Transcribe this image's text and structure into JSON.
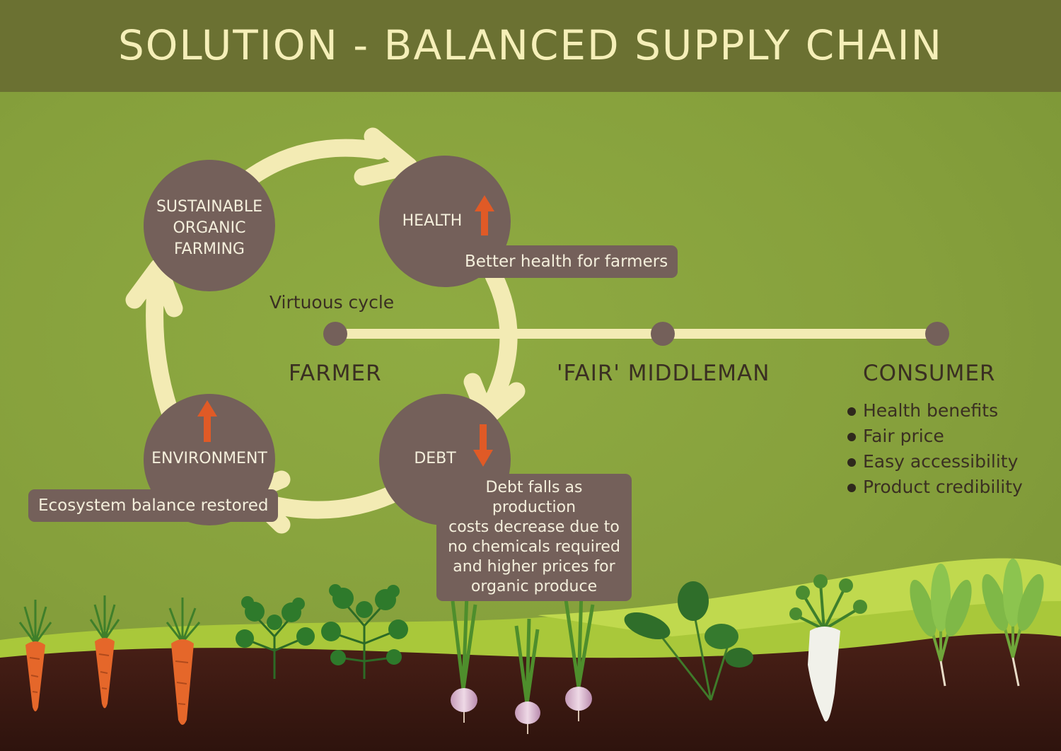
{
  "header": {
    "title": "SOLUTION - BALANCED SUPPLY CHAIN"
  },
  "cycle": {
    "label": "Virtuous cycle",
    "nodes": [
      {
        "name": "sustainable-organic-farming",
        "lines": [
          "SUSTAINABLE",
          "ORGANIC",
          "FARMING"
        ],
        "indicator": "none"
      },
      {
        "name": "health",
        "lines": [
          "HEALTH"
        ],
        "indicator": "up-arrow",
        "callout": "Better health for farmers"
      },
      {
        "name": "debt",
        "lines": [
          "DEBT"
        ],
        "indicator": "down-arrow",
        "callout_lines": [
          "Debt falls as production",
          "costs decrease due to",
          "no chemicals required",
          "and higher prices for",
          "organic produce"
        ]
      },
      {
        "name": "environment",
        "lines": [
          "ENVIRONMENT"
        ],
        "indicator": "up-arrow",
        "callout": "Ecosystem balance restored"
      }
    ]
  },
  "supply_chain": {
    "stages": [
      "FARMER",
      "'FAIR' MIDDLEMAN",
      "CONSUMER"
    ],
    "consumer_benefits": [
      "Health benefits",
      "Fair price",
      "Easy accessibility",
      "Product credibility"
    ]
  },
  "colors": {
    "header_bg": "#6b7132",
    "title": "#f5efb8",
    "background": "#86a03c",
    "node": "#74605a",
    "arrow": "#f3ebb4",
    "indicator": "#e05a26",
    "soil": "#3d1a12",
    "grass": "#a9c83a"
  },
  "icons": [
    "up-arrow-icon",
    "down-arrow-icon",
    "carrot-icon",
    "parsley-icon",
    "onion-icon",
    "spinach-icon",
    "radish-icon",
    "lettuce-icon"
  ]
}
